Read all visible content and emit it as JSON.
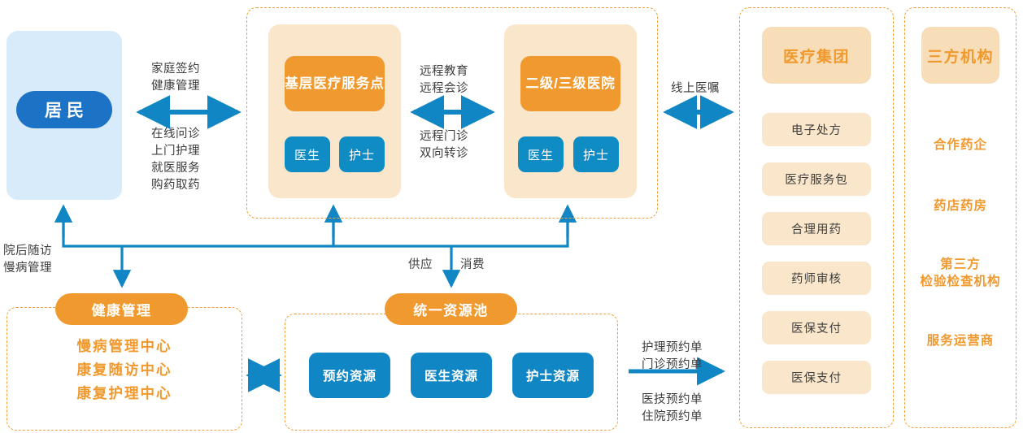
{
  "diagram": {
    "title": "分级诊疗与统一资源池协同架构图",
    "colors": {
      "orange": "#F0992E",
      "orange_light": "#FAE6CA",
      "orange_head": "#F7DEB8",
      "blue_deep": "#1C72C4",
      "blue_cyan": "#0E8CC3",
      "blue_pool": "#1186C4",
      "blue_light_bg": "#D7EBFA",
      "connector": "#1186C4",
      "dash_border": "#F0A03A",
      "text_dark": "#3C3C3C"
    }
  },
  "residents": {
    "label": "居民"
  },
  "providers": {
    "primary": {
      "title": "基层\n医疗服务点",
      "title_line1": "基层",
      "title_line2": "医疗服务点",
      "roles": [
        "医生",
        "护士"
      ]
    },
    "hospital": {
      "title_line1": "二级/三级",
      "title_line2": "医院",
      "roles": [
        "医生",
        "护士"
      ]
    }
  },
  "connectors": {
    "residents_providers_top": {
      "line1": "家庭签约",
      "line2": "健康管理"
    },
    "residents_providers_bottom": {
      "line1": "在线问诊",
      "line2": "上门护理",
      "line3": "就医服务",
      "line4": "购药取药"
    },
    "primary_hospital_top": {
      "line1": "远程教育",
      "line2": "远程会诊"
    },
    "primary_hospital_bottom": {
      "line1": "远程门诊",
      "line2": "双向转诊"
    },
    "online_order": "线上医嘱",
    "post_hospital": {
      "line1": "院后随访",
      "line2": "慢病管理"
    },
    "supply": "供应",
    "consume": "消费",
    "orders_top": {
      "line1": "护理预约单",
      "line2": "门诊预约单"
    },
    "orders_bottom": {
      "line1": "医技预约单",
      "line2": "住院预约单"
    }
  },
  "medical_group": {
    "header": "医疗集团",
    "items": [
      "电子处方",
      "医疗服务包",
      "合理用药",
      "药师审核",
      "医保支付",
      "医保支付"
    ]
  },
  "third_party": {
    "header": "三方机构",
    "items": [
      {
        "line1": "合作药企",
        "line2": ""
      },
      {
        "line1": "药店药房",
        "line2": ""
      },
      {
        "line1": "第三方",
        "line2": "检验检查机构"
      },
      {
        "line1": "服务运营商",
        "line2": ""
      }
    ]
  },
  "health_management": {
    "header": "健康管理",
    "items": [
      "慢病管理中心",
      "康复随访中心",
      "康复护理中心"
    ]
  },
  "resource_pool": {
    "header": "统一资源池",
    "items": [
      "预约资源",
      "医生资源",
      "护士资源"
    ]
  }
}
